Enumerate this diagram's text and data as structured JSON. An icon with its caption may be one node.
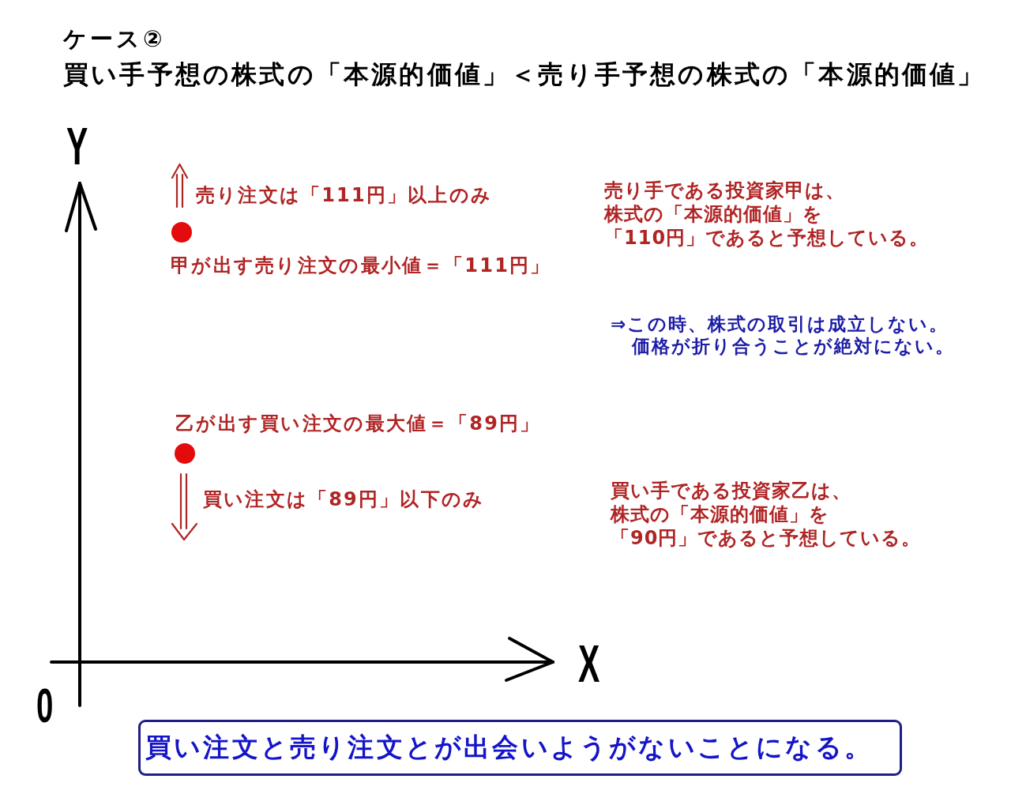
{
  "diagram": {
    "title": "ケース②",
    "nodes": [
      {
        "text": [],
        "shape": "circle",
        "beside": [
          "甲が出す売り注文の最小値＝「111円」"
        ]
      },
      {
        "text": [],
        "shape": "circle",
        "beside": [
          "乙が出す買い注文の最大値＝「89円」"
        ]
      },
      {
        "text": [
          "買い注文と売り注文とが出会いようがないことになる。"
        ]
      }
    ],
    "labels": [
      "買い手予想の株式の「本源的価値」＜売り手予想の株式の「本源的価値」",
      "Y",
      "売り注文は「111円」以上のみ",
      "売り手である投資家甲は、株式の「本源的価値」を「110円」であると予想している。",
      "⇒この時、株式の取引は成立しない。価格が折り合うことが絶対にない。",
      "買い注文は「89円」以下のみ",
      "買い手である投資家乙は、株式の「本源的価値」を「90円」であると予想している。",
      "X",
      "0"
    ]
  }
}
